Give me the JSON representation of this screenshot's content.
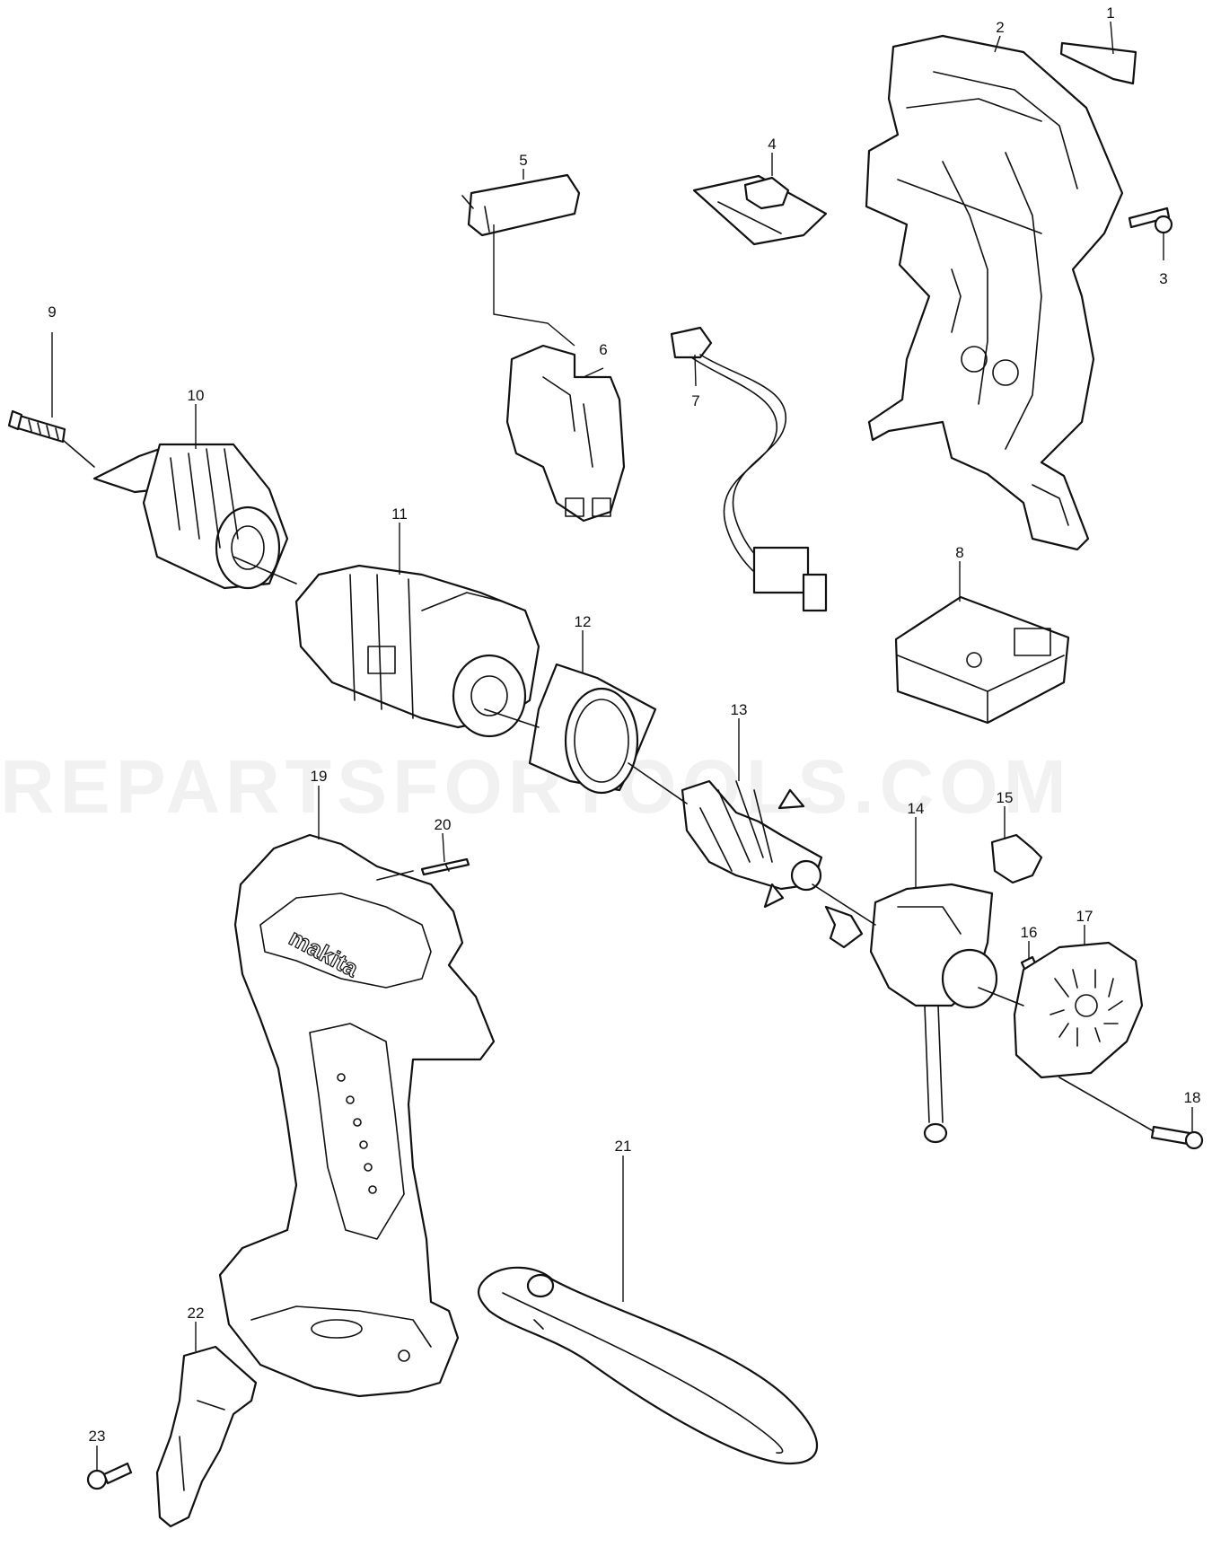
{
  "watermark": "REPARTSFORTOOLS.COM",
  "labels": {
    "p1": "1",
    "p2": "2",
    "p3": "3",
    "p4": "4",
    "p5": "5",
    "p6": "6",
    "p7": "7",
    "p8": "8",
    "p9": "9",
    "p10": "10",
    "p11": "11",
    "p12": "12",
    "p13": "13",
    "p14": "14",
    "p15": "15",
    "p16": "16",
    "p17": "17",
    "p18": "18",
    "p19": "19",
    "p20": "20",
    "p21": "21",
    "p22": "22",
    "p23": "23"
  },
  "housing_logo": "makita"
}
